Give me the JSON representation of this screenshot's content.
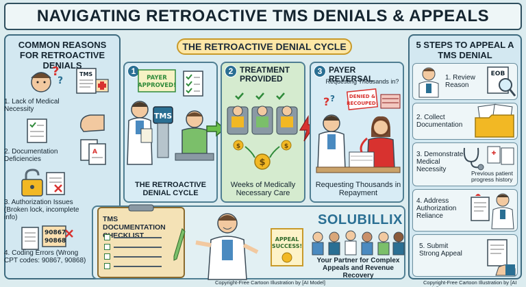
{
  "title": "NAVIGATING RETROACTIVE TMS DENIALS & APPEALS",
  "left_panel": {
    "heading": "COMMON REASONS FOR RETROACTIVE DENIALS",
    "reasons": [
      {
        "num": "1.",
        "text": "Lack of Medical Necessity"
      },
      {
        "num": "2.",
        "text": "Documentation Deficiencies"
      },
      {
        "num": "3.",
        "text": "Authorization Issues (Broken lock, incomplete info)"
      },
      {
        "num": "4.",
        "text": "Coding Errors (Wrong CPT codes: 90867, 90868)"
      }
    ],
    "icon_labels": {
      "tms_doc": "TMS",
      "codes": "90867\n90868"
    }
  },
  "cycle": {
    "heading": "THE RETROACTIVE DENIAL CYCLE",
    "steps": [
      {
        "num": "1",
        "title": "",
        "sign": "PAYER APPROVED!",
        "device": "TMS",
        "caption": "THE RETROACTIVE DENIAL CYCLE"
      },
      {
        "num": "2",
        "title": "TREATMENT PROVIDED",
        "caption": "Weeks of Medically Necessary Care"
      },
      {
        "num": "3",
        "title": "PAYER REVERSAL",
        "subtitle": "Requesting Thousands in?",
        "stamp": "DENIED & RECOUPED!",
        "caption": "Requesting Thousands in Repayment"
      }
    ]
  },
  "checklist": {
    "title": "TMS DOCUMENTATION CHECKLIST"
  },
  "certificate": {
    "text": "APPEAL SUCCESS!"
  },
  "brand": {
    "name": "SOLUBILLIX",
    "tagline": "Your Partner for Complex Appeals and Revenue Recovery"
  },
  "right_panel": {
    "heading": "5 STEPS TO APPEAL A TMS DENIAL",
    "steps": [
      {
        "num": "1.",
        "text": "Review Reason",
        "icon_label": "EOB"
      },
      {
        "num": "2.",
        "text": "Collect Documentation"
      },
      {
        "num": "3.",
        "text": "Demonstrate Medical Necessity",
        "note": "Previous patient progress history"
      },
      {
        "num": "4.",
        "text": "Address Authorization Reliance"
      },
      {
        "num": "5.",
        "text": "Submit Strong Appeal"
      }
    ]
  },
  "copyright": "Copyright-Free Cartoon Illustration by [AI Model]",
  "colors": {
    "accent": "#2a6f93",
    "deny": "#d8322f",
    "approve": "#2f8a3a",
    "coin": "#f2b824"
  }
}
